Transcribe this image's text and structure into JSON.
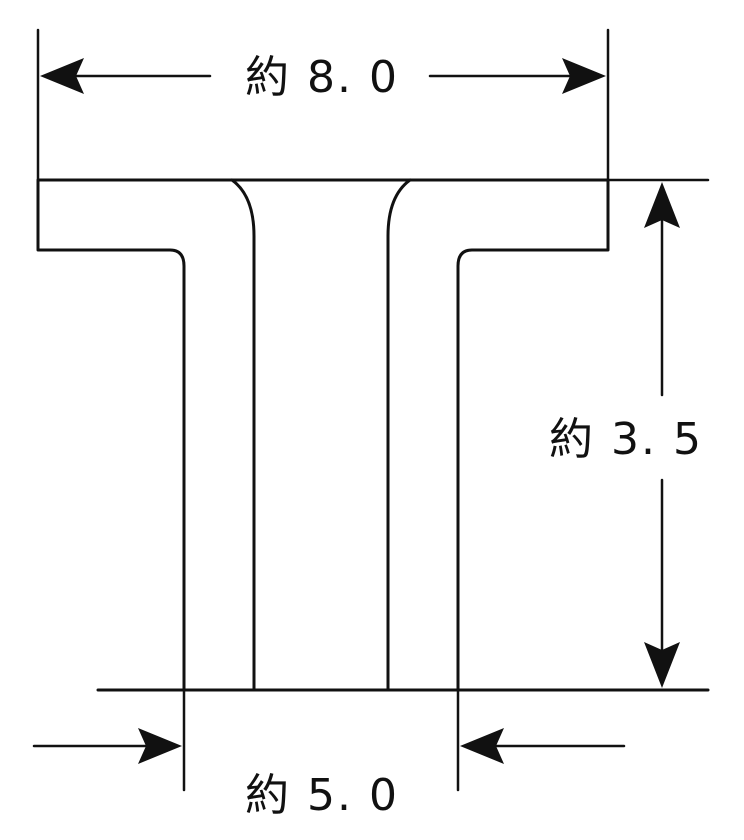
{
  "drawing": {
    "type": "dimensioned cross-section",
    "dimensions": [
      {
        "id": "top-width",
        "label": "約 8. 0",
        "value": 8.0
      },
      {
        "id": "height",
        "label": "約 3. 5",
        "value": 3.5
      },
      {
        "id": "bottom-width",
        "label": "約 5. 0",
        "value": 5.0
      }
    ],
    "colors": {
      "ink": "#111111",
      "paper": "#ffffff"
    }
  }
}
